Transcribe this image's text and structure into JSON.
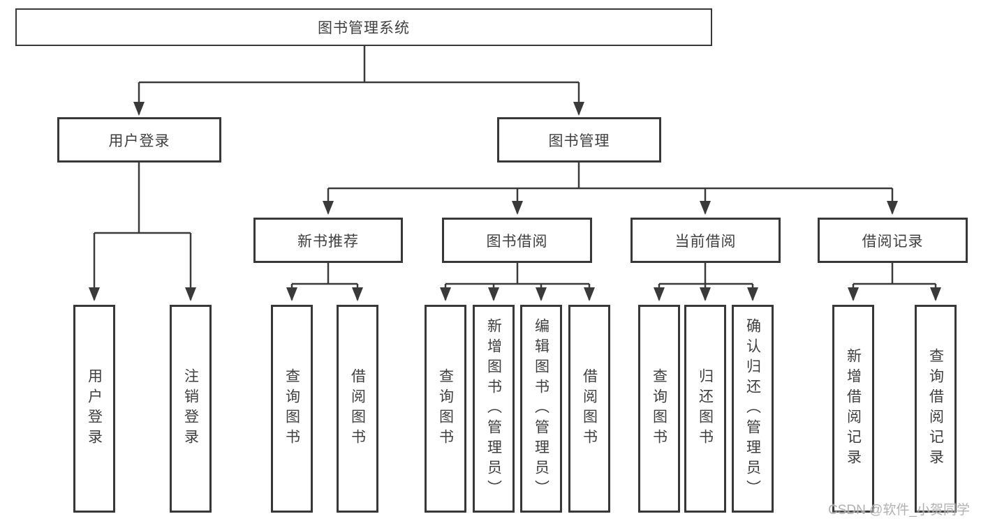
{
  "diagram": {
    "root": "图书管理系统",
    "user_login": {
      "label": "用户登录",
      "children": [
        "用户登录",
        "注销登录"
      ]
    },
    "book_mgmt": {
      "label": "图书管理",
      "groups": [
        {
          "label": "新书推荐",
          "children": [
            "查询图书",
            "借阅图书"
          ]
        },
        {
          "label": "图书借阅",
          "children": [
            "查询图书",
            "新增图书（管理员）",
            "编辑图书（管理员）",
            "借阅图书"
          ]
        },
        {
          "label": "当前借阅",
          "children": [
            "查询图书",
            "归还图书",
            "确认归还（管理员）"
          ]
        },
        {
          "label": "借阅记录",
          "children": [
            "新增借阅记录",
            "查询借阅记录"
          ]
        }
      ]
    }
  },
  "watermark": "CSDN @软件_小贺同学",
  "colors": {
    "line": "#3a3a3a",
    "box_border": "#383838",
    "text": "#3f3f3f",
    "watermark": "#a3a3a3",
    "background": "#ffffff"
  }
}
